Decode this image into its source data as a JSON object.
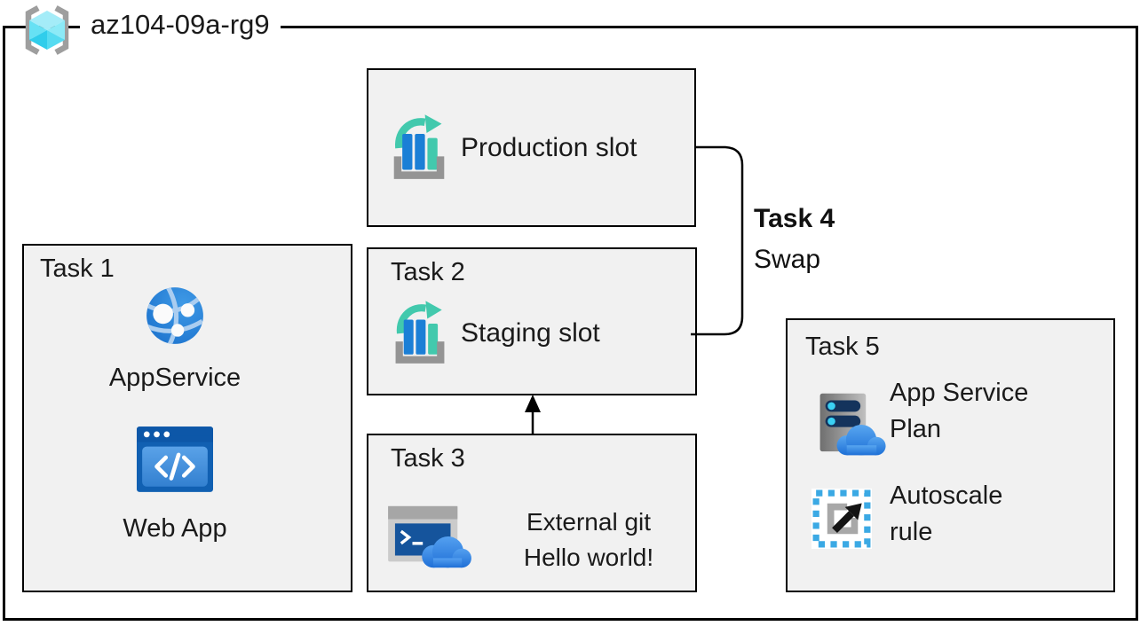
{
  "resource_group": {
    "name": "az104-09a-rg9"
  },
  "production_box": {
    "label": "Production slot"
  },
  "task1": {
    "title": "Task 1",
    "app_service_label": "AppService",
    "web_app_label": "Web App"
  },
  "task2": {
    "title": "Task 2",
    "label": "Staging slot"
  },
  "task3": {
    "title": "Task 3",
    "line1": "External git",
    "line2": "Hello world!"
  },
  "task4": {
    "line1": "Task 4",
    "line2": "Swap"
  },
  "task5": {
    "title": "Task 5",
    "item1_line1": "App Service",
    "item1_line2": "Plan",
    "item2_line1": "Autoscale",
    "item2_line2": "rule"
  },
  "icons": {
    "resource_group": "gray-braces-with-cyan-cube",
    "deployment_slot": "bar-chart-with-teal-arrow",
    "app_service": "blue-globe-with-nodes",
    "web_app": "browser-window-with-code",
    "cloud_shell": "terminal-window-with-cloud",
    "app_service_plan": "server-tower-with-cloud",
    "autoscale": "dashed-square-with-diagonal-arrow"
  },
  "colors": {
    "box_fill": "#f1f1f1",
    "line": "#000000",
    "azure_blue": "#1b7fd6",
    "teal": "#42c9ad",
    "cube_cyan": "#53d9f0",
    "brace_gray": "#9e9e9e",
    "navy_slot": "#14335c",
    "dot_cyan": "#3ad0f4",
    "cloud_blue": "#2e7fe0",
    "dashed_blue": "#3ba9e4",
    "terminal_blue": "#15549c"
  }
}
